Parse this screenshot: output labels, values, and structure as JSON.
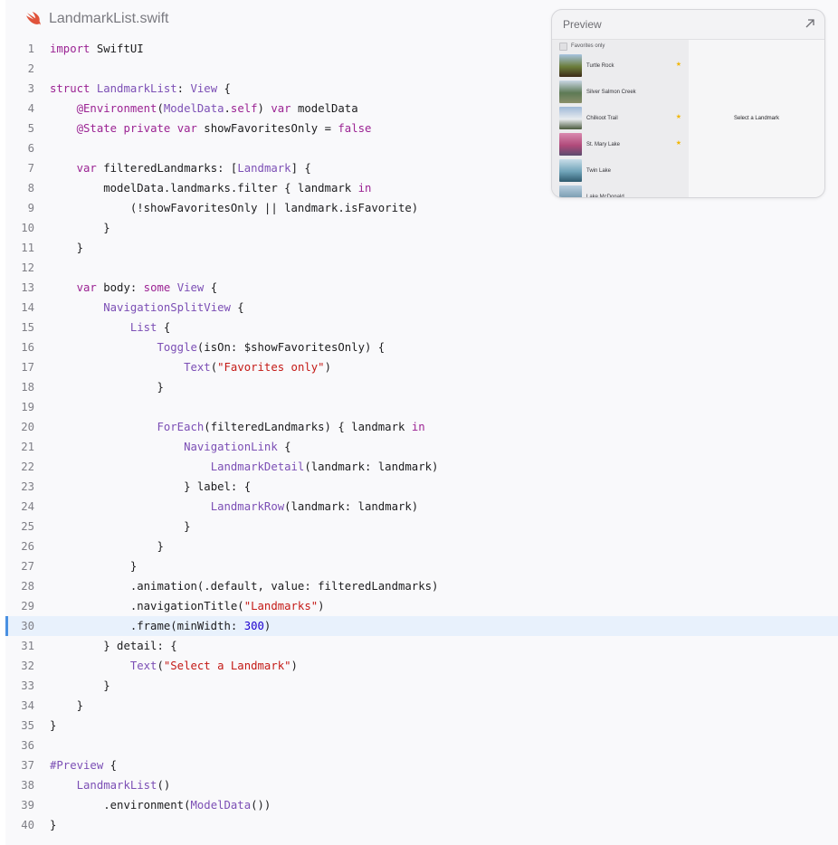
{
  "file": {
    "name": "LandmarkList.swift",
    "icon": "swift-logo-icon"
  },
  "code": {
    "highlighted_line": 30,
    "lines": [
      {
        "n": "1",
        "indent": 0,
        "tokens": [
          [
            "kw",
            "import"
          ],
          [
            "plain",
            " SwiftUI"
          ]
        ]
      },
      {
        "n": "2",
        "indent": 0,
        "tokens": []
      },
      {
        "n": "3",
        "indent": 0,
        "tokens": [
          [
            "kw",
            "struct"
          ],
          [
            "plain",
            " "
          ],
          [
            "type",
            "LandmarkList"
          ],
          [
            "plain",
            ": "
          ],
          [
            "type",
            "View"
          ],
          [
            "plain",
            " {"
          ]
        ]
      },
      {
        "n": "4",
        "indent": 1,
        "tokens": [
          [
            "attr",
            "@Environment"
          ],
          [
            "plain",
            "("
          ],
          [
            "type",
            "ModelData"
          ],
          [
            "plain",
            "."
          ],
          [
            "kw",
            "self"
          ],
          [
            "plain",
            ") "
          ],
          [
            "kw",
            "var"
          ],
          [
            "plain",
            " modelData"
          ]
        ]
      },
      {
        "n": "5",
        "indent": 1,
        "tokens": [
          [
            "attr",
            "@State"
          ],
          [
            "plain",
            " "
          ],
          [
            "kw",
            "private"
          ],
          [
            "plain",
            " "
          ],
          [
            "kw",
            "var"
          ],
          [
            "plain",
            " showFavoritesOnly = "
          ],
          [
            "kw",
            "false"
          ]
        ]
      },
      {
        "n": "6",
        "indent": 0,
        "tokens": []
      },
      {
        "n": "7",
        "indent": 1,
        "tokens": [
          [
            "kw",
            "var"
          ],
          [
            "plain",
            " filteredLandmarks: ["
          ],
          [
            "type",
            "Landmark"
          ],
          [
            "plain",
            "] {"
          ]
        ]
      },
      {
        "n": "8",
        "indent": 2,
        "tokens": [
          [
            "plain",
            "modelData.landmarks.filter { landmark "
          ],
          [
            "kw",
            "in"
          ]
        ]
      },
      {
        "n": "9",
        "indent": 3,
        "tokens": [
          [
            "plain",
            "(!showFavoritesOnly || landmark.isFavorite)"
          ]
        ]
      },
      {
        "n": "10",
        "indent": 2,
        "tokens": [
          [
            "plain",
            "}"
          ]
        ]
      },
      {
        "n": "11",
        "indent": 1,
        "tokens": [
          [
            "plain",
            "}"
          ]
        ]
      },
      {
        "n": "12",
        "indent": 0,
        "tokens": []
      },
      {
        "n": "13",
        "indent": 1,
        "tokens": [
          [
            "kw",
            "var"
          ],
          [
            "plain",
            " body: "
          ],
          [
            "kw",
            "some"
          ],
          [
            "plain",
            " "
          ],
          [
            "type",
            "View"
          ],
          [
            "plain",
            " {"
          ]
        ]
      },
      {
        "n": "14",
        "indent": 2,
        "tokens": [
          [
            "type",
            "NavigationSplitView"
          ],
          [
            "plain",
            " {"
          ]
        ]
      },
      {
        "n": "15",
        "indent": 3,
        "tokens": [
          [
            "type",
            "List"
          ],
          [
            "plain",
            " {"
          ]
        ]
      },
      {
        "n": "16",
        "indent": 4,
        "tokens": [
          [
            "type",
            "Toggle"
          ],
          [
            "plain",
            "(isOn: $showFavoritesOnly) {"
          ]
        ]
      },
      {
        "n": "17",
        "indent": 5,
        "tokens": [
          [
            "type",
            "Text"
          ],
          [
            "plain",
            "("
          ],
          [
            "str",
            "\"Favorites only\""
          ],
          [
            "plain",
            ")"
          ]
        ]
      },
      {
        "n": "18",
        "indent": 4,
        "tokens": [
          [
            "plain",
            "}"
          ]
        ]
      },
      {
        "n": "19",
        "indent": 0,
        "tokens": []
      },
      {
        "n": "20",
        "indent": 4,
        "tokens": [
          [
            "type",
            "ForEach"
          ],
          [
            "plain",
            "(filteredLandmarks) { landmark "
          ],
          [
            "kw",
            "in"
          ]
        ]
      },
      {
        "n": "21",
        "indent": 5,
        "tokens": [
          [
            "type",
            "NavigationLink"
          ],
          [
            "plain",
            " {"
          ]
        ]
      },
      {
        "n": "22",
        "indent": 6,
        "tokens": [
          [
            "type",
            "LandmarkDetail"
          ],
          [
            "plain",
            "(landmark: landmark)"
          ]
        ]
      },
      {
        "n": "23",
        "indent": 5,
        "tokens": [
          [
            "plain",
            "} label: {"
          ]
        ]
      },
      {
        "n": "24",
        "indent": 6,
        "tokens": [
          [
            "type",
            "LandmarkRow"
          ],
          [
            "plain",
            "(landmark: landmark)"
          ]
        ]
      },
      {
        "n": "25",
        "indent": 5,
        "tokens": [
          [
            "plain",
            "}"
          ]
        ]
      },
      {
        "n": "26",
        "indent": 4,
        "tokens": [
          [
            "plain",
            "}"
          ]
        ]
      },
      {
        "n": "27",
        "indent": 3,
        "tokens": [
          [
            "plain",
            "}"
          ]
        ]
      },
      {
        "n": "28",
        "indent": 3,
        "tokens": [
          [
            "plain",
            ".animation(.default, value: filteredLandmarks)"
          ]
        ]
      },
      {
        "n": "29",
        "indent": 3,
        "tokens": [
          [
            "plain",
            ".navigationTitle("
          ],
          [
            "str",
            "\"Landmarks\""
          ],
          [
            "plain",
            ")"
          ]
        ]
      },
      {
        "n": "30",
        "indent": 3,
        "tokens": [
          [
            "plain",
            ".frame(minWidth: "
          ],
          [
            "num",
            "300"
          ],
          [
            "plain",
            ")"
          ]
        ]
      },
      {
        "n": "31",
        "indent": 2,
        "tokens": [
          [
            "plain",
            "} detail: {"
          ]
        ]
      },
      {
        "n": "32",
        "indent": 3,
        "tokens": [
          [
            "type",
            "Text"
          ],
          [
            "plain",
            "("
          ],
          [
            "str",
            "\"Select a Landmark\""
          ],
          [
            "plain",
            ")"
          ]
        ]
      },
      {
        "n": "33",
        "indent": 2,
        "tokens": [
          [
            "plain",
            "}"
          ]
        ]
      },
      {
        "n": "34",
        "indent": 1,
        "tokens": [
          [
            "plain",
            "}"
          ]
        ]
      },
      {
        "n": "35",
        "indent": 0,
        "tokens": [
          [
            "plain",
            "}"
          ]
        ]
      },
      {
        "n": "36",
        "indent": 0,
        "tokens": []
      },
      {
        "n": "37",
        "indent": 0,
        "tokens": [
          [
            "type",
            "#Preview"
          ],
          [
            "plain",
            " {"
          ]
        ]
      },
      {
        "n": "38",
        "indent": 1,
        "tokens": [
          [
            "type",
            "LandmarkList"
          ],
          [
            "plain",
            "()"
          ]
        ]
      },
      {
        "n": "39",
        "indent": 2,
        "tokens": [
          [
            "plain",
            ".environment("
          ],
          [
            "type",
            "ModelData"
          ],
          [
            "plain",
            "())"
          ]
        ]
      },
      {
        "n": "40",
        "indent": 0,
        "tokens": [
          [
            "plain",
            "}"
          ]
        ]
      }
    ]
  },
  "preview": {
    "title": "Preview",
    "expand_icon": "expand-arrow-icon",
    "toggle_label": "Favorites only",
    "detail_text": "Select a Landmark",
    "landmarks": [
      {
        "name": "Turtle Rock",
        "favorite": true,
        "colors": [
          "#a7c4e0",
          "#6b7d3a",
          "#3d2a18"
        ]
      },
      {
        "name": "Silver Salmon Creek",
        "favorite": false,
        "colors": [
          "#c9d6e4",
          "#5d7a55",
          "#8a8f6a"
        ]
      },
      {
        "name": "Chilkoot Trail",
        "favorite": true,
        "colors": [
          "#9fb9d8",
          "#e8ecef",
          "#4a5a3c"
        ]
      },
      {
        "name": "St. Mary Lake",
        "favorite": true,
        "colors": [
          "#d98ab0",
          "#b04a7a",
          "#5b4b6e"
        ]
      },
      {
        "name": "Twin Lake",
        "favorite": false,
        "colors": [
          "#c8dde8",
          "#6fa3b8",
          "#2f5a6e"
        ]
      },
      {
        "name": "Lake McDonald",
        "favorite": false,
        "colors": [
          "#b9cfe0",
          "#7a9cb0",
          "#5a7a5a"
        ]
      }
    ],
    "colors": {
      "star": "#f2b705"
    }
  }
}
